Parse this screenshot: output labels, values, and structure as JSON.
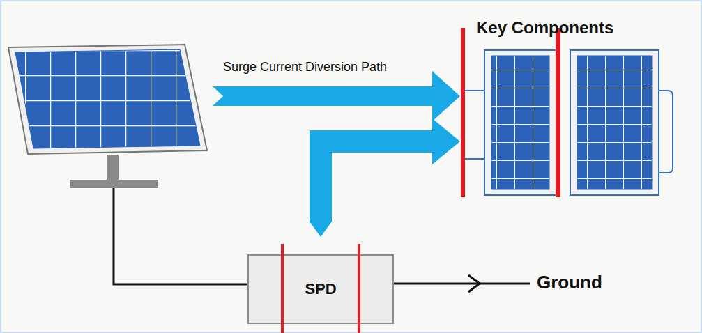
{
  "diagram": {
    "nodes": [
      {
        "text": [
          "Key Components"
        ]
      },
      {
        "text": [
          "SPD"
        ]
      }
    ],
    "edges": [
      {
        "from": 1,
        "to": 0,
        "arrow": "both"
      }
    ],
    "labels": [
      "Surge Current Diversion Path",
      "Ground"
    ]
  }
}
